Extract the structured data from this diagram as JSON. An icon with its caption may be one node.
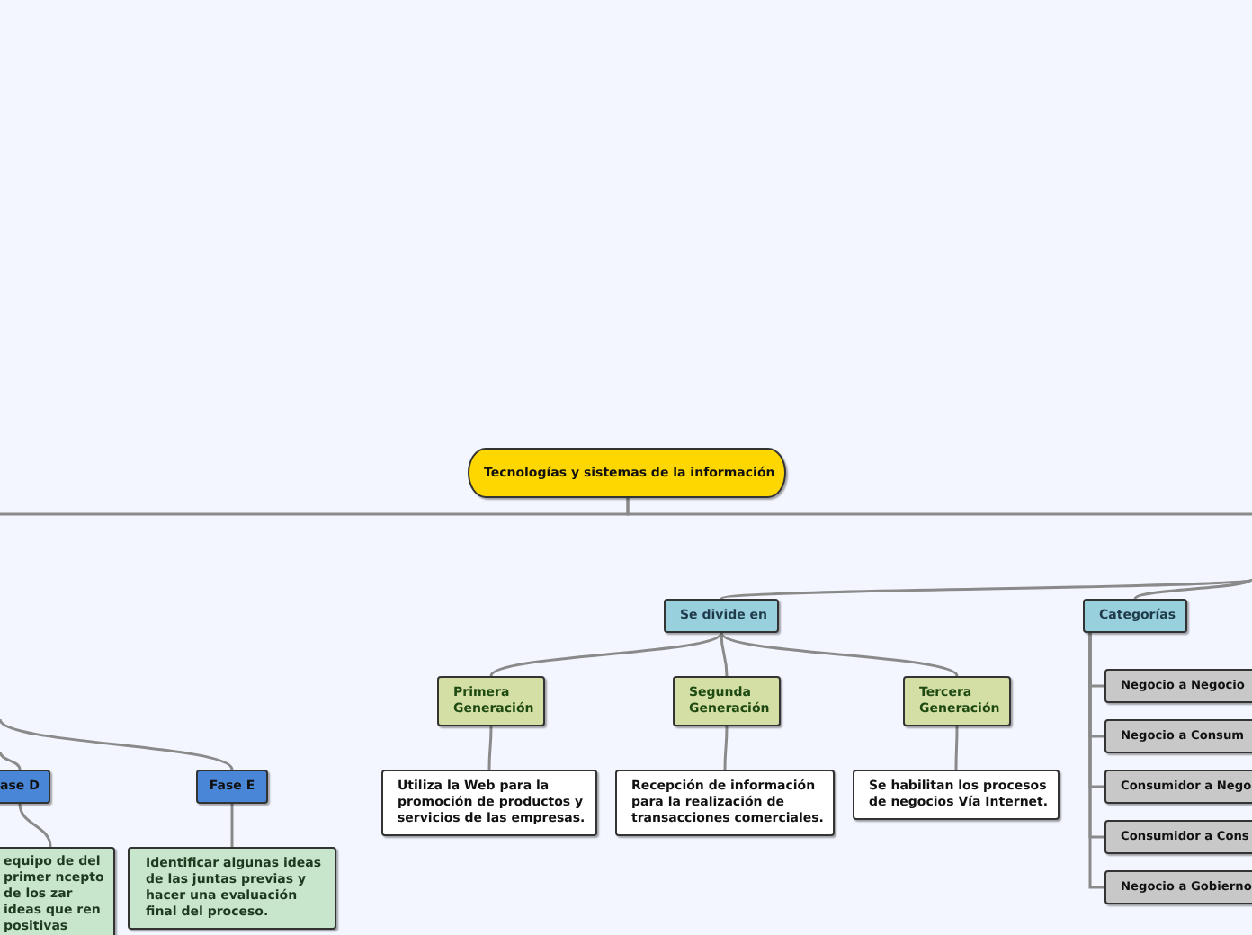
{
  "diagram": {
    "nodes": [
      {
        "text": [
          "Tecnologías y sistemas de la información"
        ]
      },
      {
        "text": [
          "Se divide en"
        ]
      },
      {
        "text": [
          "Primera Generación"
        ]
      },
      {
        "text": [
          "Segunda Generación"
        ]
      },
      {
        "text": [
          "Tercera Generación"
        ]
      },
      {
        "text": [
          "Utiliza la Web para la promoción de productos y servicios de las empresas."
        ]
      },
      {
        "text": [
          "Recepción de información para la realización de transacciones comerciales."
        ]
      },
      {
        "text": [
          "Se habilitan los procesos de negocios Vía Internet."
        ]
      },
      {
        "text": [
          "Categorías"
        ]
      },
      {
        "text": [
          "Negocio a Negocio"
        ]
      },
      {
        "text": [
          "Negocio a Consum"
        ]
      },
      {
        "text": [
          "Consumidor a Nego"
        ]
      },
      {
        "text": [
          "Consumidor a Cons"
        ]
      },
      {
        "text": [
          "Negocio a Gobierno"
        ]
      },
      {
        "text": [
          "ase D"
        ]
      },
      {
        "text": [
          "Fase E"
        ]
      },
      {
        "text": [
          "equipo de del primer ncepto de los zar ideas que ren positivas"
        ]
      },
      {
        "text": [
          "Identificar algunas ideas de las juntas previas y hacer una evaluación final del proceso."
        ]
      }
    ],
    "edges": [
      {
        "from": 0,
        "to": null,
        "arrow": "none"
      },
      {
        "from": 0,
        "to": null,
        "arrow": "none"
      },
      {
        "from": null,
        "to": 1,
        "arrow": "none"
      },
      {
        "from": null,
        "to": 8,
        "arrow": "none"
      },
      {
        "from": 1,
        "to": 2,
        "arrow": "none"
      },
      {
        "from": 1,
        "to": 3,
        "arrow": "none"
      },
      {
        "from": 1,
        "to": 4,
        "arrow": "none"
      },
      {
        "from": 2,
        "to": 5,
        "arrow": "none"
      },
      {
        "from": 3,
        "to": 6,
        "arrow": "none"
      },
      {
        "from": 4,
        "to": 7,
        "arrow": "none"
      },
      {
        "from": 8,
        "to": 9,
        "arrow": "none"
      },
      {
        "from": 8,
        "to": 10,
        "arrow": "none"
      },
      {
        "from": 8,
        "to": 11,
        "arrow": "none"
      },
      {
        "from": 8,
        "to": 12,
        "arrow": "none"
      },
      {
        "from": 8,
        "to": 13,
        "arrow": "none"
      },
      {
        "from": null,
        "to": 14,
        "arrow": "none"
      },
      {
        "from": null,
        "to": 15,
        "arrow": "none"
      },
      {
        "from": 14,
        "to": 16,
        "arrow": "none"
      },
      {
        "from": 15,
        "to": 17,
        "arrow": "none"
      }
    ]
  }
}
